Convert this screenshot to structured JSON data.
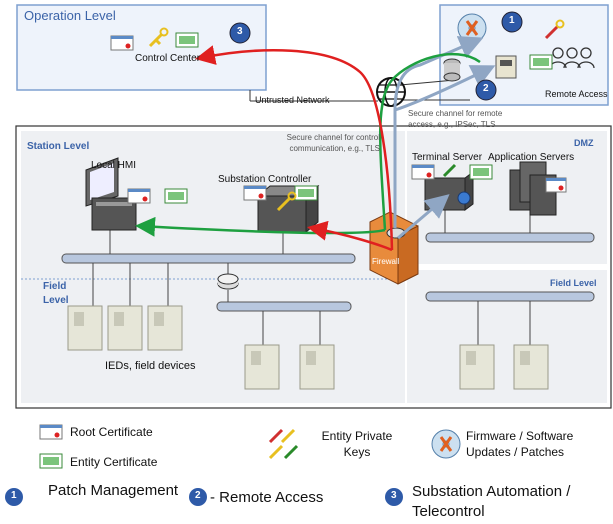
{
  "operation": {
    "title": "Operation Level",
    "control_center": "Control Center"
  },
  "remote": {
    "label": "Remote Access"
  },
  "untrusted_network": "Untrusted Network",
  "secure_remote": "Secure channel for remote access, e.g., IPSec, TLS",
  "secure_control": "Secure channel for control communication, e.g., TLS",
  "station": {
    "title": "Station Level",
    "hmi": "Local HMI",
    "controller": "Substation Controller"
  },
  "dmz": {
    "title": "DMZ",
    "terminal": "Terminal Server",
    "app": "Application Servers"
  },
  "firewall": "Firewall",
  "field": {
    "title": "Field Level",
    "left_title": "Field Level",
    "ieds": "IEDs, field devices"
  },
  "legend": {
    "root_cert": "Root Certificate",
    "entity_cert": "Entity Certificate",
    "private_keys": "Entity Private Keys",
    "firmware": "Firmware / Software Updates / Patches",
    "patch": "Patch Management",
    "remote": "- Remote Access",
    "substation": "Substation Automation / Telecontrol",
    "num1": "1",
    "num2": "2",
    "num3": "3"
  },
  "colors": {
    "blue_frame": "#7fa0d0",
    "red": "#e02020",
    "green": "#1ea040",
    "grey": "#8a8a8a"
  }
}
